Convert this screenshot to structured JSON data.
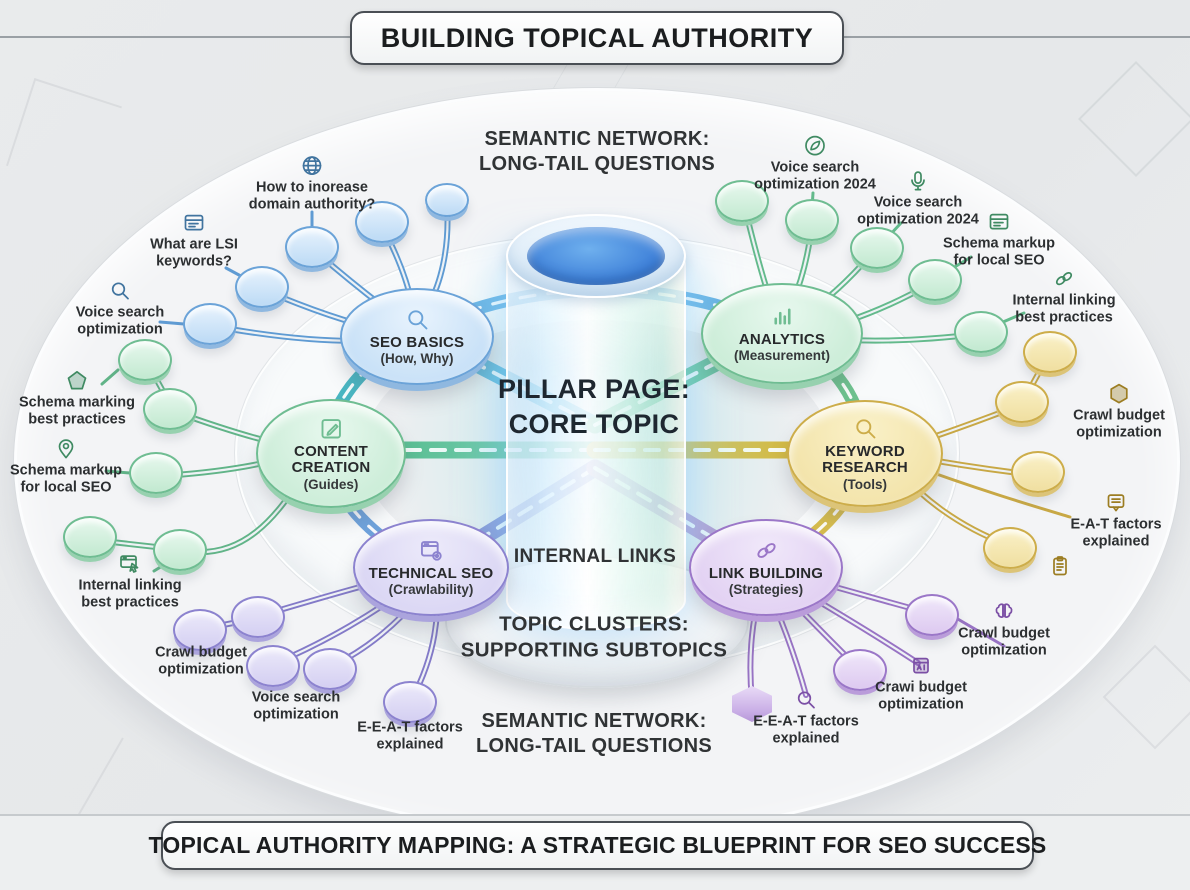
{
  "header": {
    "title": "BUILDING TOPICAL AUTHORITY"
  },
  "footer": {
    "title": "TOPICAL AUTHORITY MAPPING: A STRATEGIC BLUEPRINT FOR SEO SUCCESS"
  },
  "pillar": {
    "label": "PILLAR PAGE:\nCORE TOPIC"
  },
  "ring_labels": {
    "semantic_top": "SEMANTIC NETWORK:\nLONG-TAIL QUESTIONS",
    "internal_links": "INTERNAL LINKS",
    "topic_clusters": "TOPIC CLUSTERS:\nSUPPORTING SUBTOPICS",
    "semantic_bottom": "SEMANTIC NETWORK:\nLONG-TAIL QUESTIONS"
  },
  "nodes": {
    "seo_basics": {
      "title": "SEO BASICS",
      "subtitle": "(How, Why)",
      "icon": "magnifier-icon",
      "color": "#6ba3d8"
    },
    "analytics": {
      "title": "ANALYTICS",
      "subtitle": "(Measurement)",
      "icon": "bar-chart-icon",
      "color": "#6fbd92"
    },
    "content_creation": {
      "title": "CONTENT\nCREATION",
      "subtitle": "(Guides)",
      "icon": "edit-icon",
      "color": "#6fbd92"
    },
    "keyword_research": {
      "title": "KEYWORD\nRESEARCH",
      "subtitle": "(Tools)",
      "icon": "magnifier-icon",
      "color": "#cdad4a"
    },
    "technical_seo": {
      "title": "TECHNICAL SEO",
      "subtitle": "(Crawlability)",
      "icon": "browser-gear-icon",
      "color": "#8c83cf"
    },
    "link_building": {
      "title": "LINK BUILDING",
      "subtitle": "(Strategies)",
      "icon": "chain-link-icon",
      "color": "#9b77c8"
    }
  },
  "leaves": [
    {
      "label": "How to inorease\ndomain authority?",
      "icon": "globe-icon"
    },
    {
      "label": "What are LSI\nkeywords?",
      "icon": "browser-icon"
    },
    {
      "label": "Voice search\noptimization",
      "icon": "magnifier-icon"
    },
    {
      "label": "Schema marking\nbest practices",
      "icon": "pentagon-icon"
    },
    {
      "label": "Schema markup\nfor local SEO",
      "icon": "map-pin-icon"
    },
    {
      "label": "Internal linking\nbest practices",
      "icon": "browser-cursor-icon"
    },
    {
      "label": "Crawl budget\noptimization",
      "icon": null
    },
    {
      "label": "Voice search\noptimization",
      "icon": null
    },
    {
      "label": "E-E-A-T factors\nexplained",
      "icon": null
    },
    {
      "label": "E-E-A-T factors\nexplained",
      "icon": "magnifier-icon"
    },
    {
      "label": "Crawi budget\noptimization",
      "icon": "ai-box-icon"
    },
    {
      "label": "Crawl budget\noptimization",
      "icon": "brain-icon"
    },
    {
      "label": "E-A-T factors\nexplained",
      "icon": "doc-bubble-icon"
    },
    {
      "label": "Crawl budget\noptimization",
      "icon": "hexagon-icon"
    },
    {
      "label": "Internal linking\nbest practices",
      "icon": "chain-link-icon"
    },
    {
      "label": "Schema markup\nfor local SEO",
      "icon": "browser-icon"
    },
    {
      "label": "Voice search\noptimization 2024",
      "icon": "microphone-icon"
    },
    {
      "label": "Voice search\noptimization 2024",
      "icon": "leaf-icon"
    }
  ]
}
